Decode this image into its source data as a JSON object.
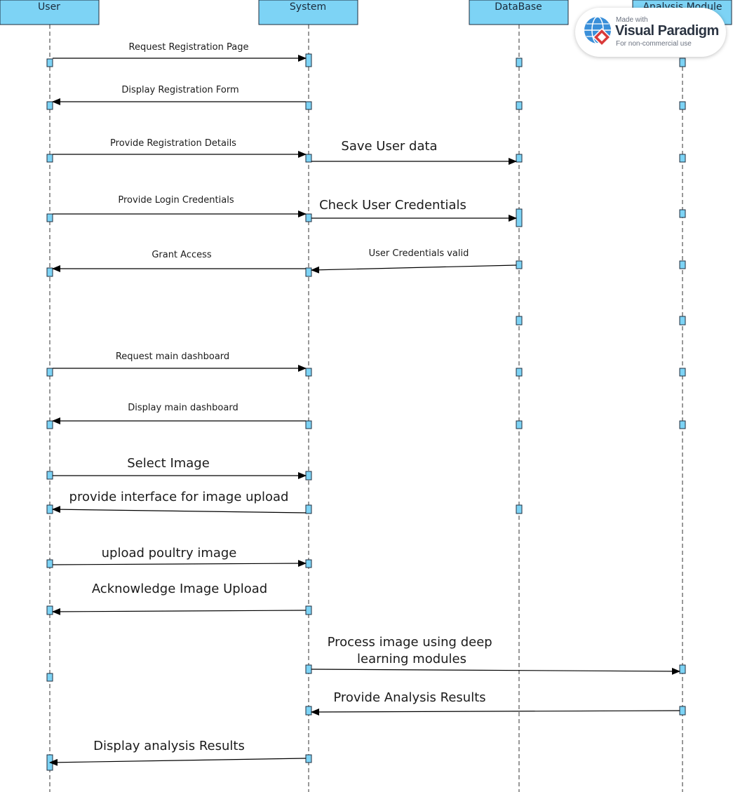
{
  "lifelines": [
    {
      "id": "user",
      "label": "User"
    },
    {
      "id": "system",
      "label": "System"
    },
    {
      "id": "database",
      "label": "DataBase"
    },
    {
      "id": "analysis",
      "label": "Analysis Module"
    }
  ],
  "messages": [
    {
      "from": "user",
      "to": "system",
      "label": "Request Registration Page"
    },
    {
      "from": "system",
      "to": "user",
      "label": "Display Registration Form"
    },
    {
      "from": "user",
      "to": "system",
      "label": "Provide Registration Details"
    },
    {
      "from": "system",
      "to": "database",
      "label": "Save User data"
    },
    {
      "from": "user",
      "to": "system",
      "label": "Provide Login Credentials"
    },
    {
      "from": "system",
      "to": "database",
      "label": "Check User Credentials"
    },
    {
      "from": "system",
      "to": "user",
      "label": "Grant Access"
    },
    {
      "from": "database",
      "to": "system",
      "label": "User Credentials valid"
    },
    {
      "from": "user",
      "to": "system",
      "label": "Request main dashboard"
    },
    {
      "from": "system",
      "to": "user",
      "label": "Display main dashboard"
    },
    {
      "from": "user",
      "to": "system",
      "label": "Select Image"
    },
    {
      "from": "system",
      "to": "user",
      "label": "provide interface for image upload"
    },
    {
      "from": "user",
      "to": "system",
      "label": "upload poultry image"
    },
    {
      "from": "system",
      "to": "user",
      "label": "Acknowledge Image Upload"
    },
    {
      "from": "system",
      "to": "analysis",
      "label": "Process image using deep learning modules"
    },
    {
      "from": "analysis",
      "to": "system",
      "label": "Provide Analysis Results"
    },
    {
      "from": "system",
      "to": "user",
      "label": "Display analysis Results"
    }
  ],
  "watermark": {
    "made_with": "Made with",
    "brand": "Visual Paradigm",
    "note": "For non-commercial use"
  }
}
